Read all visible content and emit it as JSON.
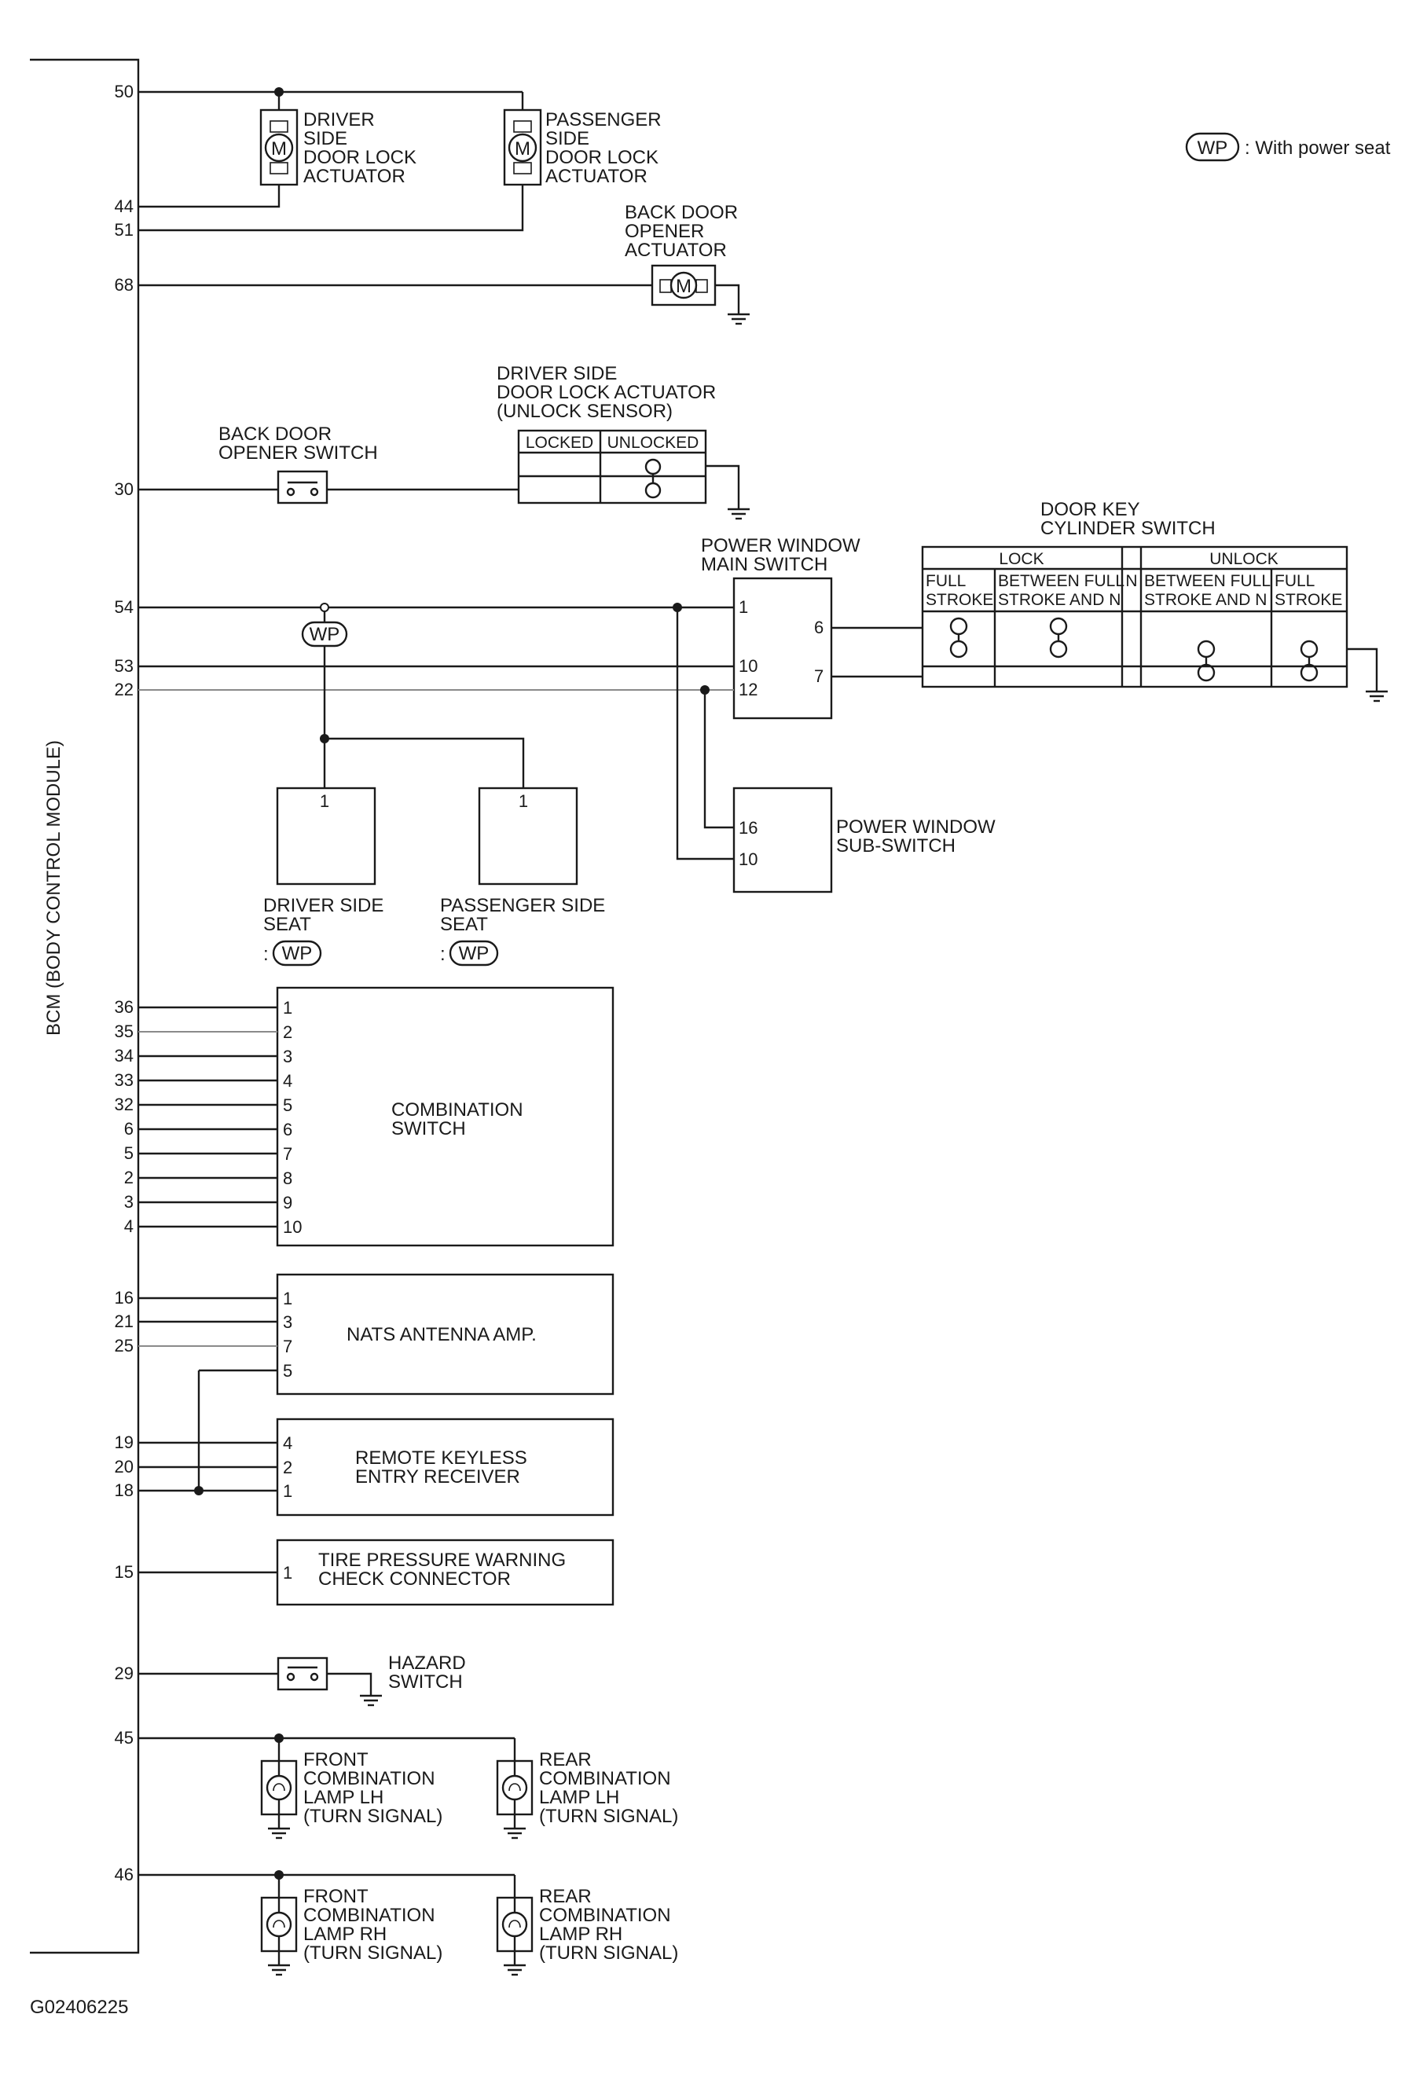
{
  "legend": {
    "symbol": "WP",
    "text": ": With power seat"
  },
  "bcm_label": "BCM (BODY CONTROL MODULE)",
  "figure_id": "G02406225",
  "pins": {
    "p50": "50",
    "p44": "44",
    "p51": "51",
    "p68": "68",
    "p30": "30",
    "p54": "54",
    "p53": "53",
    "p22": "22",
    "p36": "36",
    "p35": "35",
    "p34": "34",
    "p33": "33",
    "p32": "32",
    "p6": "6",
    "p5": "5",
    "p2": "2",
    "p3": "3",
    "p4": "4",
    "p16": "16",
    "p21": "21",
    "p25": "25",
    "p19": "19",
    "p20": "20",
    "p18": "18",
    "p15": "15",
    "p29": "29",
    "p45": "45",
    "p46": "46"
  },
  "components": {
    "driver_actuator": [
      "DRIVER",
      "SIDE",
      "DOOR LOCK",
      "ACTUATOR"
    ],
    "passenger_actuator": [
      "PASSENGER",
      "SIDE",
      "DOOR LOCK",
      "ACTUATOR"
    ],
    "back_door_actuator": [
      "BACK DOOR",
      "OPENER",
      "ACTUATOR"
    ],
    "unlock_sensor": {
      "title": [
        "DRIVER SIDE",
        "DOOR LOCK ACTUATOR",
        "(UNLOCK SENSOR)"
      ],
      "locked": "LOCKED",
      "unlocked": "UNLOCKED"
    },
    "back_door_switch": [
      "BACK DOOR",
      "OPENER SWITCH"
    ],
    "pw_main": {
      "title": [
        "POWER WINDOW",
        "MAIN SWITCH"
      ],
      "pin1": "1",
      "pin10": "10",
      "pin12": "12",
      "pin6": "6",
      "pin7": "7"
    },
    "door_key": {
      "title": [
        "DOOR KEY",
        "CYLINDER SWITCH"
      ],
      "lock": "LOCK",
      "unlock": "UNLOCK",
      "n": "N",
      "full1": [
        "FULL",
        "STROKE"
      ],
      "between1": [
        "BETWEEN FULL",
        "STROKE AND N"
      ],
      "between2": [
        "BETWEEN FULL",
        "STROKE AND N"
      ],
      "full2": [
        "FULL",
        "STROKE"
      ]
    },
    "pw_sub": {
      "title": [
        "POWER WINDOW",
        "SUB-SWITCH"
      ],
      "pin16": "16",
      "pin10": "10"
    },
    "driver_seat": {
      "pin": "1",
      "label": [
        "DRIVER SIDE",
        "SEAT"
      ],
      "tag": ":"
    },
    "passenger_seat": {
      "pin": "1",
      "label": [
        "PASSENGER SIDE",
        "SEAT"
      ],
      "tag": ":"
    },
    "combination_switch": {
      "title": [
        "COMBINATION",
        "SWITCH"
      ],
      "pins": [
        "1",
        "2",
        "3",
        "4",
        "5",
        "6",
        "7",
        "8",
        "9",
        "10"
      ]
    },
    "nats": {
      "title": "NATS ANTENNA AMP.",
      "pins": [
        "1",
        "3",
        "7",
        "5"
      ]
    },
    "rke": {
      "title": [
        "REMOTE KEYLESS",
        "ENTRY RECEIVER"
      ],
      "pins": [
        "4",
        "2",
        "1"
      ]
    },
    "tpw": {
      "title": [
        "TIRE PRESSURE WARNING",
        "CHECK CONNECTOR"
      ],
      "pin": "1"
    },
    "hazard": [
      "HAZARD",
      "SWITCH"
    ],
    "front_lh": [
      "FRONT",
      "COMBINATION",
      "LAMP LH",
      "(TURN SIGNAL)"
    ],
    "rear_lh": [
      "REAR",
      "COMBINATION",
      "LAMP LH",
      "(TURN SIGNAL)"
    ],
    "front_rh": [
      "FRONT",
      "COMBINATION",
      "LAMP RH",
      "(TURN SIGNAL)"
    ],
    "rear_rh": [
      "REAR",
      "COMBINATION",
      "LAMP RH",
      "(TURN SIGNAL)"
    ]
  },
  "motor_symbol": "M"
}
